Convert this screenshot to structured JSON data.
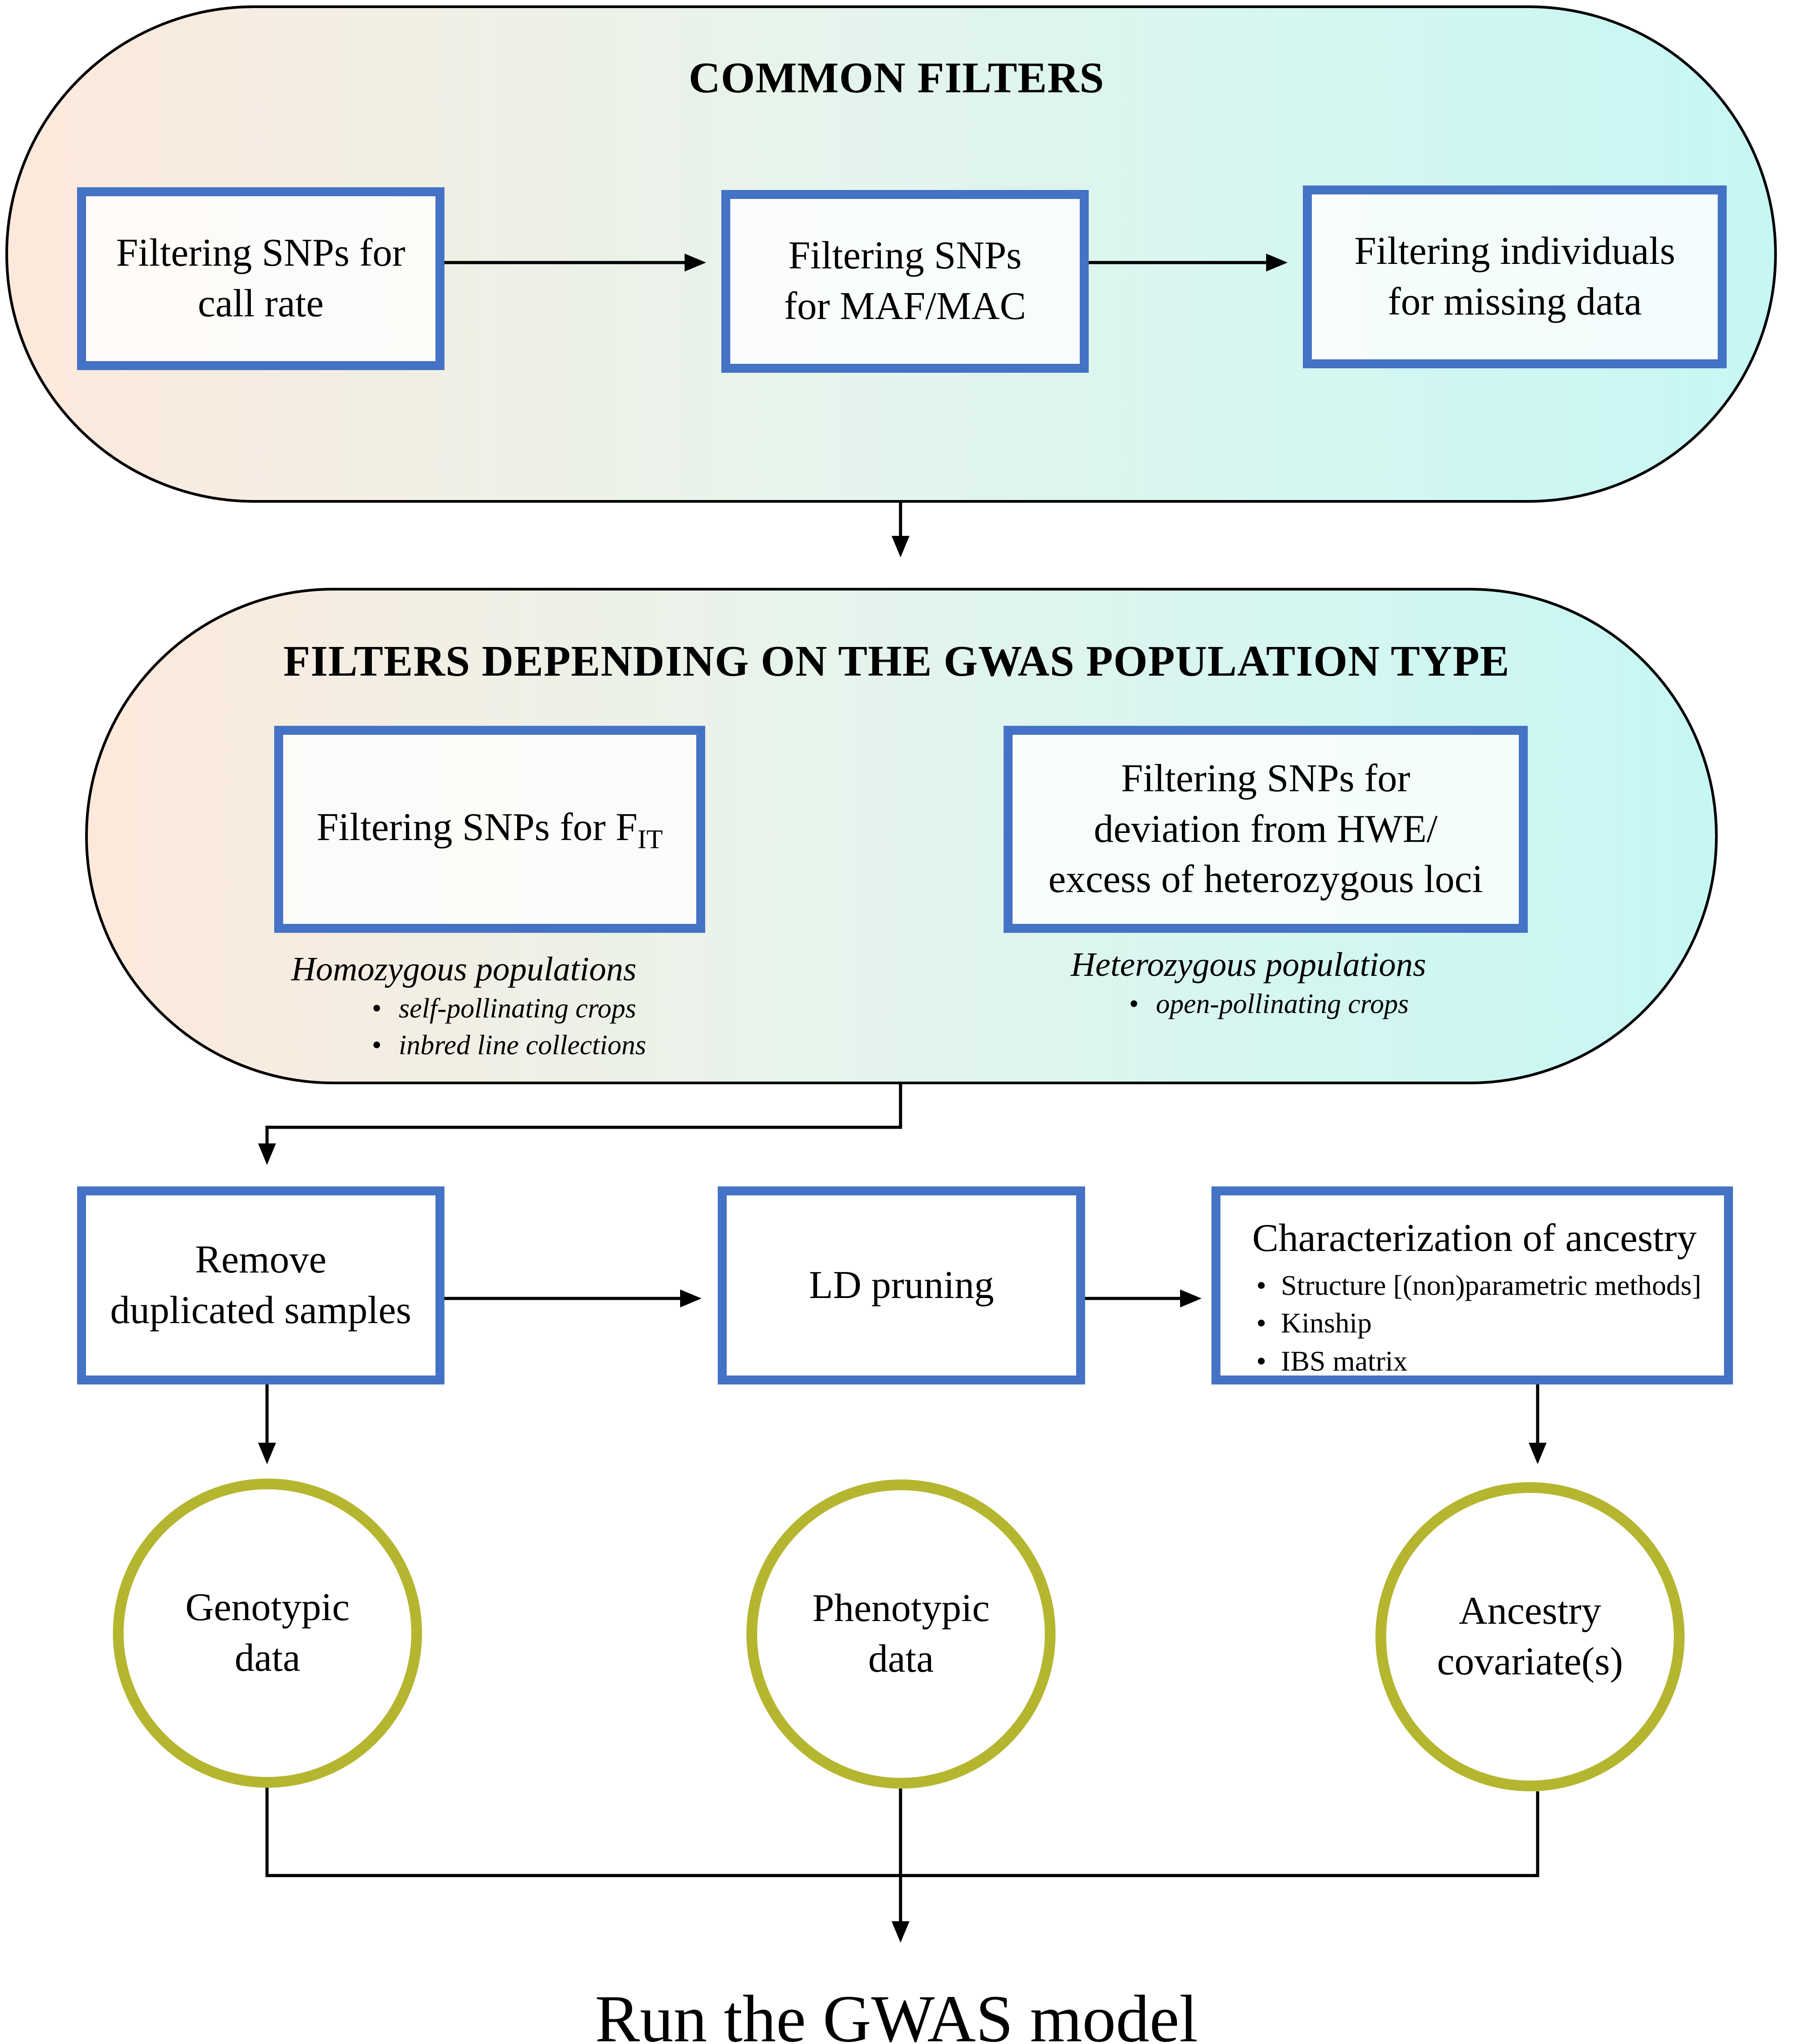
{
  "common": {
    "title": "COMMON FILTERS",
    "step1": "Filtering SNPs for\ncall rate",
    "step2": "Filtering SNPs\nfor MAF/MAC",
    "step3": "Filtering individuals\nfor missing data"
  },
  "poptype": {
    "title": "FILTERS DEPENDING ON THE GWAS POPULATION TYPE",
    "fit_prefix": "Filtering SNPs for F",
    "fit_subscript": "IT",
    "hwe": "Filtering SNPs for\ndeviation from HWE/\nexcess of heterozygous loci",
    "homozygous": {
      "heading": "Homozygous populations",
      "items": [
        "self-pollinating crops",
        "inbred line collections"
      ]
    },
    "heterozygous": {
      "heading": "Heterozygous populations",
      "items": [
        "open-pollinating crops"
      ]
    }
  },
  "processing": {
    "duplicates": "Remove\nduplicated samples",
    "ld": "LD pruning",
    "ancestry": {
      "heading": "Characterization of ancestry",
      "items": [
        "Structure [(non)parametric methods]",
        "Kinship",
        "IBS matrix"
      ]
    }
  },
  "data_inputs": {
    "genotypic": "Genotypic\ndata",
    "phenotypic": "Phenotypic\ndata",
    "ancestry": "Ancestry\ncovariate(s)"
  },
  "final": "Run the GWAS model",
  "colors": {
    "box_border": "#4472c4",
    "circle_border": "#b5b630",
    "gradient_left": "#fde9dc",
    "gradient_right": "#c6f7f4"
  }
}
